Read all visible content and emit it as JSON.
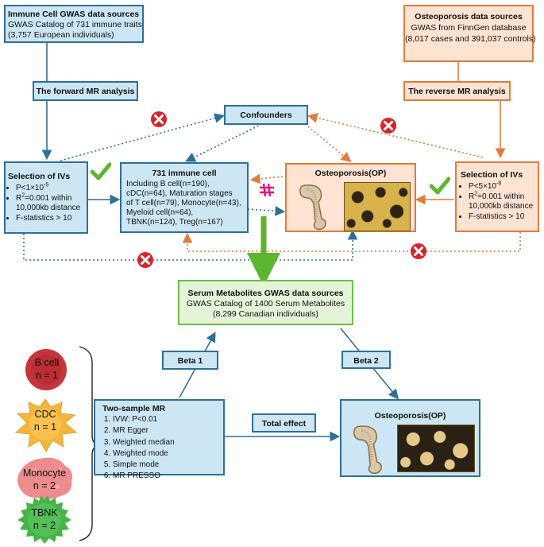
{
  "immune_source": {
    "title": "Immune Cell GWAS data sources",
    "line1": "GWAS Catalog of 731 immune traits",
    "line2": "(3,757 European individuals)"
  },
  "op_source": {
    "title": "Osteoporosis data sources",
    "line1": "GWAS from FinnGen database",
    "line2": "(8,017 cases and 391,037 controls)"
  },
  "forward_label": "The forward MR analysis",
  "reverse_label": "The reverse MR analysis",
  "confounders_label": "Confounders",
  "ivs_left": {
    "title": "Selection of IVs",
    "p_prefix": "P<1×10",
    "p_exp": "-5",
    "r2_prefix": "R",
    "r2_line1": "=0.001 within",
    "r2_line2": "10,000kb distance",
    "f_stat": "F-statistics > 10"
  },
  "ivs_right": {
    "title": "Selection of IVs",
    "p_prefix": "P<5×10",
    "p_exp": "-8",
    "r2_prefix": "R",
    "r2_line1": "=0.001 within",
    "r2_line2": "10,000kb distance",
    "f_stat": "F-statistics > 10"
  },
  "immune_cell": {
    "title": "731 immune cell",
    "lines": [
      "Including B cell(n=190),",
      "cDC(n=64), Maturation stages",
      "of T cell(n=79), Monocyte(n=43),",
      "Myeloid cell(n=64),",
      "TBNK(n=124), Treg(n=167)"
    ]
  },
  "op_top_title": "Osteoporosis(OP)",
  "serum": {
    "title": "Serum Metabolites GWAS data sources",
    "line1": "GWAS Catalog of 1400 Serum Metabolites",
    "line2": "(8,299 Canadian individuals)"
  },
  "beta1_label": "Beta 1",
  "beta2_label": "Beta 2",
  "total_effect_label": "Total effect",
  "two_sample": {
    "title": "Two-sample MR",
    "methods": [
      "IVW: P<0.01",
      "MR Egger",
      "Weighted median",
      "Weighted mode",
      "Simple mode",
      "MR PRESSO"
    ]
  },
  "op_bottom_title": "Osteoporosis(OP)",
  "cells": [
    {
      "name": "B cell",
      "count": "n = 1",
      "color": "#c8343b"
    },
    {
      "name": "CDC",
      "count": "n = 1",
      "color": "#f4b63a"
    },
    {
      "name": "Monocyte",
      "count": "n = 2",
      "color": "#ee8b8e"
    },
    {
      "name": "TBNK",
      "count": "n = 2",
      "color": "#45b548"
    }
  ],
  "colors": {
    "blue_border": "#2e6f97",
    "blue_fill": "#cde6f3",
    "orange_border": "#e07b3c",
    "orange_fill": "#fde3d2",
    "green_border": "#6fbe44",
    "green_fill": "#e4f4d8",
    "reject_red": "#d9232b",
    "check_green": "#5cb52e"
  },
  "icons": [
    "cross-reject-icon",
    "check-icon",
    "not-equal-icon",
    "femur-icon",
    "trabecular-bone-icon"
  ]
}
